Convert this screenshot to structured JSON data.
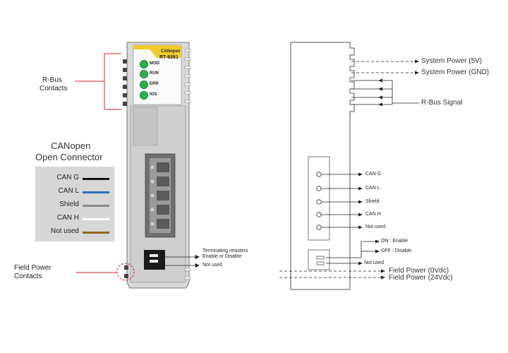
{
  "module": {
    "brand": "CANopen",
    "model": "RT-9261",
    "leds": [
      {
        "label": "MOD"
      },
      {
        "label": "RUN"
      },
      {
        "label": "ERR"
      },
      {
        "label": "IOS"
      }
    ]
  },
  "left_labels": {
    "rbus_line1": "R-Bus",
    "rbus_line2": "Contacts",
    "field_power_line1": "Field Power",
    "field_power_line2": "Contacts"
  },
  "connector_legend": {
    "title_line1": "CANopen",
    "title_line2": "Open Connector",
    "items": [
      {
        "label": "CAN G",
        "color": "#111111"
      },
      {
        "label": "CAN L",
        "color": "#2f6fc0"
      },
      {
        "label": "Shield",
        "color": "#8a8a8a"
      },
      {
        "label": "CAN H",
        "color": "#ffffff"
      },
      {
        "label": "Not used",
        "color": "#8c6a1a"
      }
    ]
  },
  "switch_notes": {
    "terminating_line1": "Terminating resisters",
    "terminating_line2": "Enable or Disable",
    "not_used": "Not used"
  },
  "schematic": {
    "system_power_5v": "System Power (5V)",
    "system_power_gnd": "System Power (GND)",
    "rbus_signal": "R-Bus Signal",
    "pins": [
      "CAN G",
      "CAN L",
      "Shield",
      "CAN H",
      "Not used"
    ],
    "switch_on": "ON : Enable",
    "switch_off": "OFF : Disable",
    "switch_not_used": "Not used",
    "field_power_0v": "Field Power (0Vdc)",
    "field_power_24v": "Field Power (24Vdc)"
  },
  "colors": {
    "module_body": "#d9d9d9",
    "label_bg": "#fbfbfb",
    "label_stripe": "#f2cc2e",
    "led_green": "#2bb24c",
    "red_callout": "#d8232a",
    "legend_bg": "#d7d7d7"
  }
}
